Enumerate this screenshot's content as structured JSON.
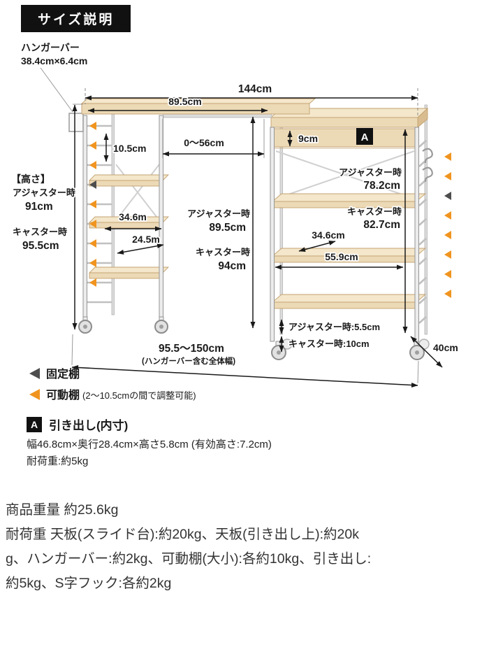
{
  "header": {
    "badge": "サイズ説明"
  },
  "colors": {
    "accent_orange": "#f0941f",
    "marker_dark": "#4d4d4d",
    "wood": "#ecd9b6",
    "badge_bg": "#111111"
  },
  "diagram": {
    "hanger": {
      "line1": "ハンガーバー",
      "line2": "38.4cm×6.4cm"
    },
    "top_width": "144cm",
    "slide_width": "89.5cm",
    "slide_range": "0〜56cm",
    "drawer_height": "9cm",
    "shelf_pitch": "10.5cm",
    "left_height": {
      "title": "【高さ】",
      "adj_label": "アジャスター時",
      "adj_value": "91cm",
      "cas_label": "キャスター時",
      "cas_value": "95.5cm"
    },
    "left_shelf_width": "34.6m",
    "left_shelf_depth": "24.5m",
    "table_height": {
      "adj_label": "アジャスター時",
      "adj_value": "89.5cm",
      "cas_label": "キャスター時",
      "cas_value": "94cm"
    },
    "right_height": {
      "adj_label": "アジャスター時",
      "adj_value": "78.2cm",
      "cas_label": "キャスター時",
      "cas_value": "82.7cm"
    },
    "right_shelf_depth": "34.6cm",
    "right_shelf_width": "55.9cm",
    "clearance_adj": "アジャスター時:5.5cm",
    "clearance_cas": "キャスター時:10cm",
    "total_width": "95.5〜150cm",
    "total_width_note": "(ハンガーバー含む全体幅)",
    "unit_depth": "40cm",
    "a_marker": "A"
  },
  "legend": {
    "fixed_label": "固定棚",
    "movable_label": "可動棚",
    "movable_note": "(2〜10.5cmの間で調整可能)"
  },
  "drawer_info": {
    "badge": "A",
    "title": "引き出し(内寸)",
    "dimensions": "幅46.8cm×奥行28.4cm×高さ5.8cm (有効高さ:7.2cm)",
    "load": "耐荷重:約5kg"
  },
  "specs": {
    "lines": [
      "商品重量 約25.6kg",
      "耐荷重 天板(スライド台):約20kg、天板(引き出し上):約20k",
      "g、ハンガーバー:約2kg、可動棚(大小):各約10kg、引き出し:",
      "約5kg、S字フック:各約2kg"
    ]
  }
}
